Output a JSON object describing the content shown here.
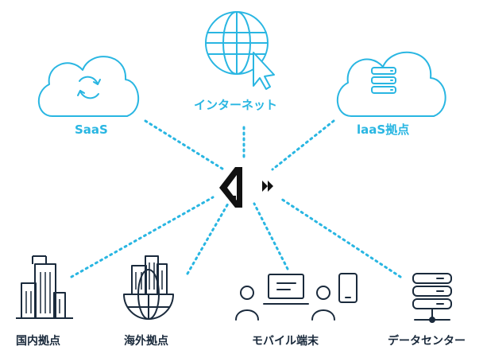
{
  "nodes": {
    "saas": {
      "label": "SaaS"
    },
    "internet": {
      "label": "インターネット"
    },
    "iaas": {
      "label": "laaS拠点"
    },
    "domestic": {
      "label": "国内拠点"
    },
    "overseas": {
      "label": "海外拠点"
    },
    "mobile": {
      "label": "モバイル端末"
    },
    "datacenter": {
      "label": "データセンター"
    }
  },
  "colors": {
    "accent": "#29b6e2",
    "icon_dark": "#1a2a3c",
    "connector": "#29b6e2",
    "background": "#ffffff"
  },
  "icons": {
    "hub": "logo-icon",
    "saas": "cloud-sync-icon",
    "internet": "globe-cursor-icon",
    "iaas": "cloud-server-icon",
    "domestic": "buildings-icon",
    "overseas": "globe-buildings-icon",
    "mobile": "devices-icon",
    "datacenter": "server-rack-icon"
  }
}
